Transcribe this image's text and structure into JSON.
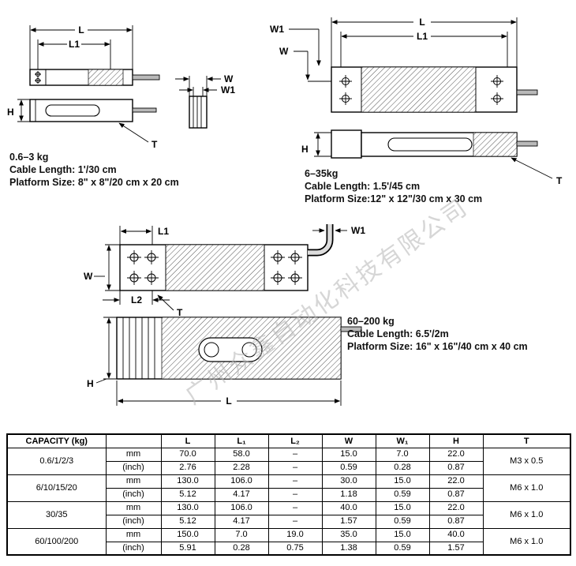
{
  "watermark": "广州众鑫自动化科技有限公司",
  "labels": {
    "L": "L",
    "L1": "L1",
    "L2": "L2",
    "W": "W",
    "W1": "W1",
    "H": "H",
    "T": "T"
  },
  "diagrams": {
    "small": {
      "range": "0.6–3 kg",
      "cable": "Cable Length: 1'/30 cm",
      "platform": "Platform Size: 8\" x 8\"/20 cm x 20 cm"
    },
    "medium": {
      "range": "6–35kg",
      "cable": "Cable Length: 1.5'/45 cm",
      "platform": "Platform Size:12\" x 12\"/30 cm x 30 cm"
    },
    "large": {
      "range": "60–200 kg",
      "cable": "Cable Length: 6.5'/2m",
      "platform": "Platform Size: 16\" x 16\"/40 cm x 40 cm"
    }
  },
  "table": {
    "headers": {
      "capacity": "CAPACITY (kg)",
      "unit": "",
      "L": "L",
      "L1": "L₁",
      "L2": "L₂",
      "W": "W",
      "W1": "W₁",
      "H": "H",
      "T": "T"
    },
    "units": {
      "mm": "mm",
      "inch": "(inch)"
    },
    "rows": [
      {
        "capacity": "0.6/1/2/3",
        "t": "M3 x 0.5",
        "mm": [
          "70.0",
          "58.0",
          "–",
          "15.0",
          "7.0",
          "22.0"
        ],
        "inch": [
          "2.76",
          "2.28",
          "–",
          "0.59",
          "0.28",
          "0.87"
        ]
      },
      {
        "capacity": "6/10/15/20",
        "t": "M6 x 1.0",
        "mm": [
          "130.0",
          "106.0",
          "–",
          "30.0",
          "15.0",
          "22.0"
        ],
        "inch": [
          "5.12",
          "4.17",
          "–",
          "1.18",
          "0.59",
          "0.87"
        ]
      },
      {
        "capacity": "30/35",
        "t": "M6 x 1.0",
        "mm": [
          "130.0",
          "106.0",
          "–",
          "40.0",
          "15.0",
          "22.0"
        ],
        "inch": [
          "5.12",
          "4.17",
          "–",
          "1.57",
          "0.59",
          "0.87"
        ]
      },
      {
        "capacity": "60/100/200",
        "t": "M6 x 1.0",
        "mm": [
          "150.0",
          "7.0",
          "19.0",
          "35.0",
          "15.0",
          "40.0"
        ],
        "inch": [
          "5.91",
          "0.28",
          "0.75",
          "1.38",
          "0.59",
          "1.57"
        ]
      }
    ]
  }
}
